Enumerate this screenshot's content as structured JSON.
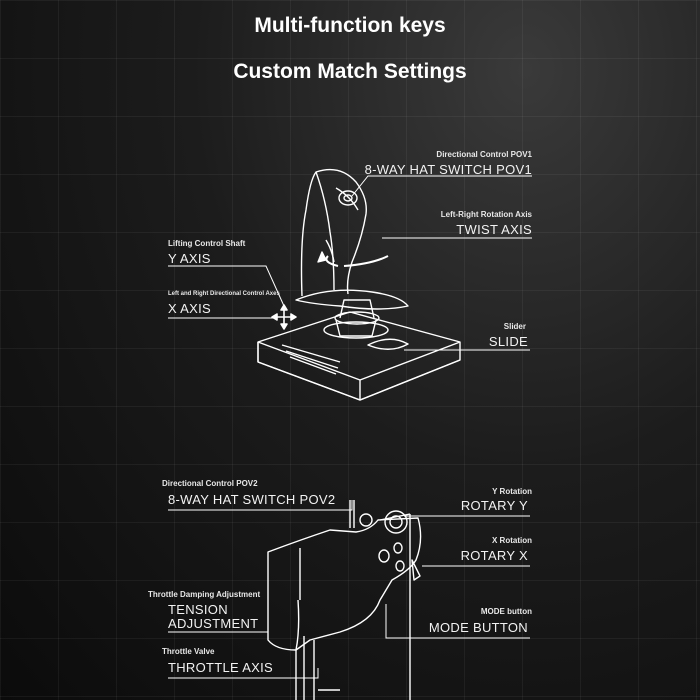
{
  "header": {
    "title": "Multi-function keys",
    "subtitle": "Custom Match Settings"
  },
  "joystick": {
    "pov1": {
      "small": "Directional Control POV1",
      "big": "8-WAY HAT SWITCH POV1"
    },
    "twist": {
      "small": "Left-Right Rotation Axis",
      "big": "TWIST AXIS"
    },
    "y_axis": {
      "small": "Lifting Control Shaft",
      "big": "Y AXIS"
    },
    "x_axis": {
      "small": "Left and Right Directional Control Axes",
      "big": "X AXIS"
    },
    "slide": {
      "small": "Slider",
      "big": "SLIDE"
    }
  },
  "throttle": {
    "pov2": {
      "small": "Directional Control POV2",
      "big": "8-WAY HAT SWITCH POV2"
    },
    "rotary_y": {
      "small": "Y Rotation",
      "big": "ROTARY Y"
    },
    "rotary_x": {
      "small": "X Rotation",
      "big": "ROTARY X"
    },
    "tension": {
      "small": "Throttle Damping Adjustment",
      "big1": "TENSION",
      "big2": "ADJUSTMENT"
    },
    "mode": {
      "small": "MODE button",
      "big": "MODE BUTTON"
    },
    "throttle_axis": {
      "small": "Throttle Valve",
      "big": "THROTTLE AXIS"
    }
  },
  "colors": {
    "line": "#ffffff",
    "background": "#111111"
  }
}
